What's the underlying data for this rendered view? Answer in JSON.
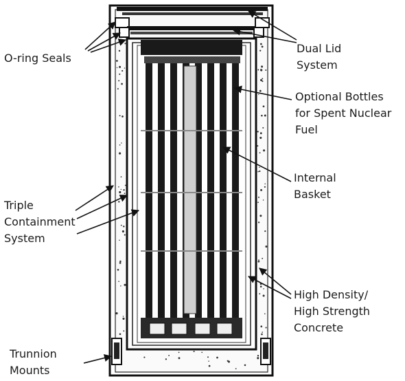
{
  "labels": {
    "oring_seals": "O-ring Seals",
    "dual_lid": [
      "Dual Lid",
      "System"
    ],
    "optional_bottles": [
      "Optional Bottles",
      "for Spent Nuclear",
      "Fuel"
    ],
    "internal_basket": [
      "Internal",
      "Basket"
    ],
    "triple_containment": [
      "Triple",
      "Containment",
      "System"
    ],
    "high_density": [
      "High Density/",
      "High Strength",
      "Concrete"
    ],
    "trunnion_mounts": [
      "Trunnion",
      "Mounts"
    ]
  }
}
